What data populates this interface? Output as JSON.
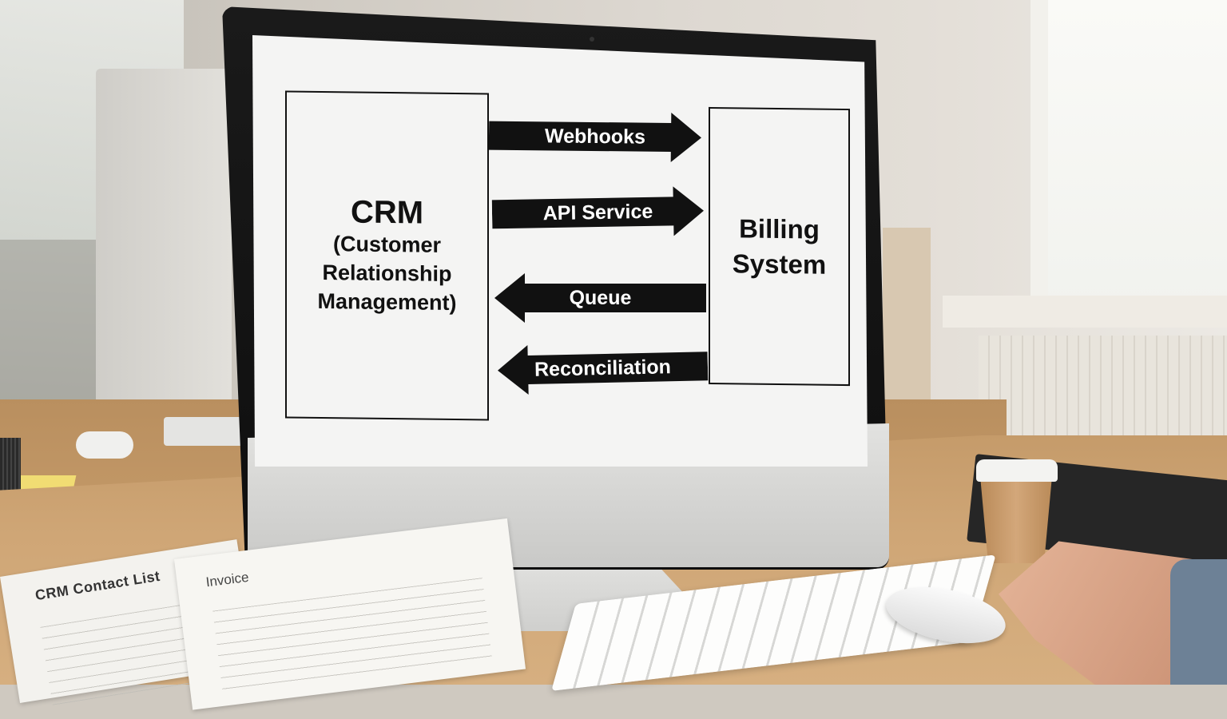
{
  "screen": {
    "left_box": {
      "title": "CRM",
      "subtitle_lines": [
        "(Customer",
        "Relationship",
        "Management)"
      ]
    },
    "right_box": {
      "title_lines": [
        "Billing",
        "System"
      ]
    },
    "arrows": [
      {
        "label": "Webhooks",
        "direction": "right"
      },
      {
        "label": "API Service",
        "direction": "right"
      },
      {
        "label": "Queue",
        "direction": "left"
      },
      {
        "label": "Reconciliation",
        "direction": "left"
      }
    ]
  },
  "papers": {
    "contact_list_title": "CRM Contact List",
    "invoice_title": "Invoice"
  },
  "colors": {
    "screen_bg": "#f4f4f3",
    "diagram_ink": "#111111",
    "arrow_text": "#ffffff",
    "desk_wood": "#cfa676"
  }
}
